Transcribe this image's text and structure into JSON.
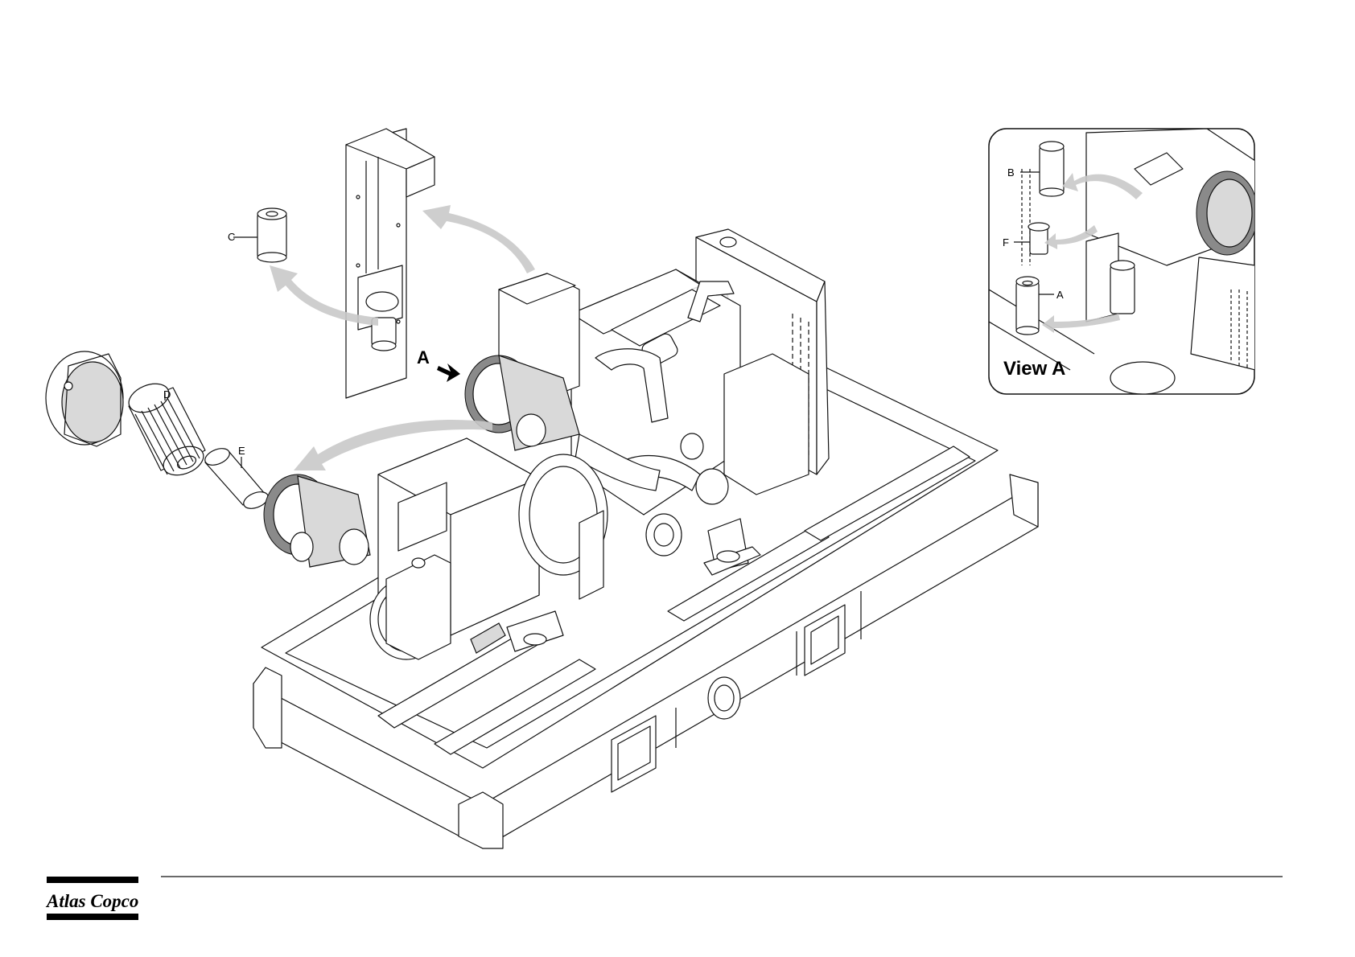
{
  "labels": {
    "c": "C",
    "d": "D",
    "e": "E",
    "view_arrow": "A"
  },
  "inset": {
    "title": "View A",
    "labels": {
      "b": "B",
      "f": "F",
      "a": "A"
    }
  },
  "logo": {
    "text": "Atlas Copco"
  },
  "colors": {
    "line": "#111111",
    "arrow": "#c9c9c9",
    "background": "#ffffff"
  }
}
